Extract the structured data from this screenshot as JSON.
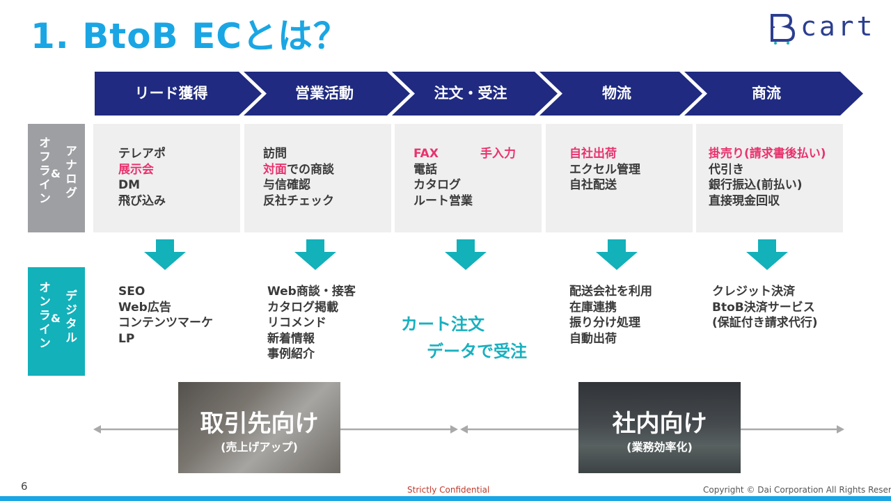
{
  "slide": {
    "title": "1. BtoB ECとは？",
    "page_number": "6",
    "confidential": "Strictly Confidential",
    "copyright": "Copyright © Dai Corporation All Rights Reserved."
  },
  "logo": {
    "text": "cart"
  },
  "colors": {
    "title": "#1aa6e4",
    "flow_bar": "#1f2a80",
    "analog": "#9e9fa3",
    "digital": "#13b1ba",
    "highlight": "#e8336e",
    "arrow": "#13b1ba"
  },
  "flow": {
    "stages": [
      "リード獲得",
      "営業活動",
      "注文・受注",
      "物流",
      "商流"
    ]
  },
  "side": {
    "analog": {
      "line1": "オフライン",
      "line2": "アナログ",
      "amp": "&"
    },
    "digital": {
      "line1": "オンライン",
      "line2": "デジタル",
      "amp": "&"
    }
  },
  "analog_cells": [
    {
      "lines": [
        "テレアポ",
        "展示会",
        "DM",
        "飛び込み"
      ]
    },
    {
      "lines": [
        "訪問",
        "での商談",
        "与信確認",
        "反社チェック"
      ],
      "highlight": "対面"
    },
    {
      "lines": [
        "FAX",
        "手入力",
        "電話",
        "カタログ",
        "ルート営業"
      ]
    },
    {
      "lines": [
        "自社出荷",
        "エクセル管理",
        "自社配送"
      ]
    },
    {
      "lines": [
        "掛売り(請求書後払い)",
        "代引き",
        "銀行振込(前払い)",
        "直接現金回収"
      ]
    }
  ],
  "digital_cells": [
    {
      "lines": [
        "SEO",
        "Web広告",
        "コンテンツマーケ",
        "LP"
      ]
    },
    {
      "lines": [
        "Web商談・接客",
        "カタログ掲載",
        "リコメンド",
        "新着情報",
        "事例紹介"
      ]
    },
    {
      "lines": [
        "カート注文",
        "データで受注"
      ]
    },
    {
      "lines": [
        "配送会社を利用",
        "在庫連携",
        "振り分け処理",
        "自動出荷"
      ]
    },
    {
      "lines": [
        "クレジット決済",
        "BtoB決済サービス",
        "(保証付き請求代行)"
      ]
    }
  ],
  "targets": {
    "left": {
      "title": "取引先向け",
      "subtitle": "(売上げアップ)"
    },
    "right": {
      "title": "社内向け",
      "subtitle": "(業務効率化)"
    }
  }
}
